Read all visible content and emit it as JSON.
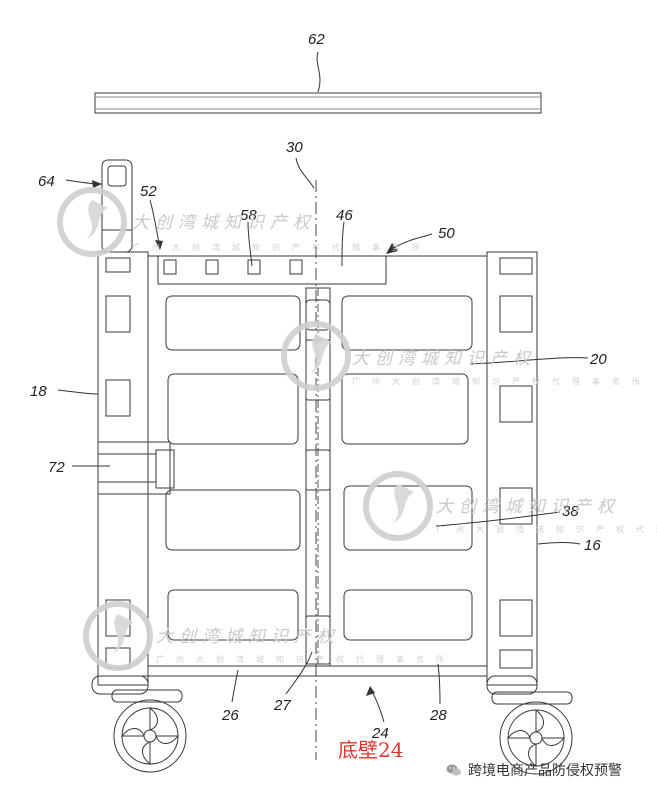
{
  "labels": {
    "l62": "62",
    "l30": "30",
    "l64": "64",
    "l52": "52",
    "l58": "58",
    "l46": "46",
    "l50": "50",
    "l20": "20",
    "l18": "18",
    "l72": "72",
    "l38": "38",
    "l16": "16",
    "l26": "26",
    "l27": "27",
    "l24": "24",
    "l28": "28"
  },
  "caption": "底壁24",
  "credit": "跨境电商产品防侵权预警",
  "watermark": {
    "text": "大创湾城知识产权",
    "subtitle": "广州大创湾城知识产权代理事务所"
  },
  "colors": {
    "line": "#3a3a3a",
    "caption": "#e0352b",
    "watermark": "#c9c9c9"
  }
}
